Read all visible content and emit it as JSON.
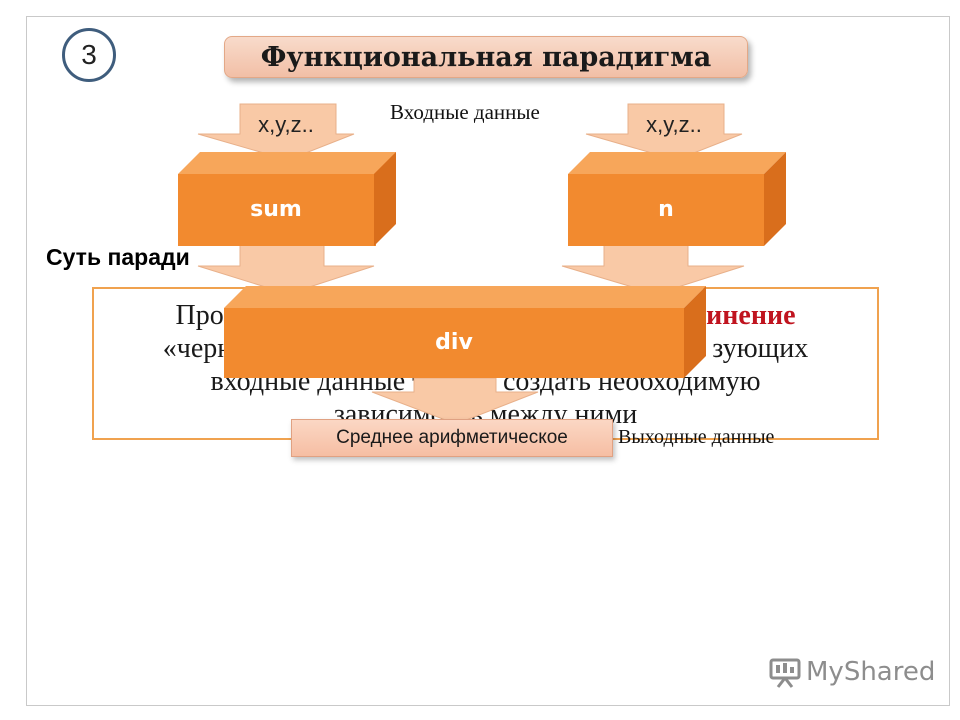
{
  "slide": {
    "number": "3",
    "title": "Функциональная парадигма",
    "essence_label": "Суть паради",
    "body_lines": [
      {
        "text": "Проце",
        "highlight": "инение"
      },
      {
        "text": "«черн",
        "tail": "зующих"
      },
      {
        "text": "входные данные та",
        "tail": "ы создать необходимую"
      },
      {
        "text": "зависимость между ними"
      }
    ]
  },
  "diagram": {
    "input_label": "Входные данные",
    "output_label": "Выходные данные",
    "inputs": [
      "x,y,z..",
      "x,y,z.."
    ],
    "functions": {
      "left": "sum",
      "right": "n",
      "combine": "div"
    },
    "result": "Среднее арифметическое"
  },
  "logo": {
    "text": "MyShared",
    "icon": "presentation-icon"
  },
  "colors": {
    "block": "#f28a2f",
    "block_top": "#f7a65a",
    "block_side": "#d96e1c",
    "arrow": "#f9c9a6",
    "highlight": "#c0141f",
    "border": "#f0a24f"
  }
}
